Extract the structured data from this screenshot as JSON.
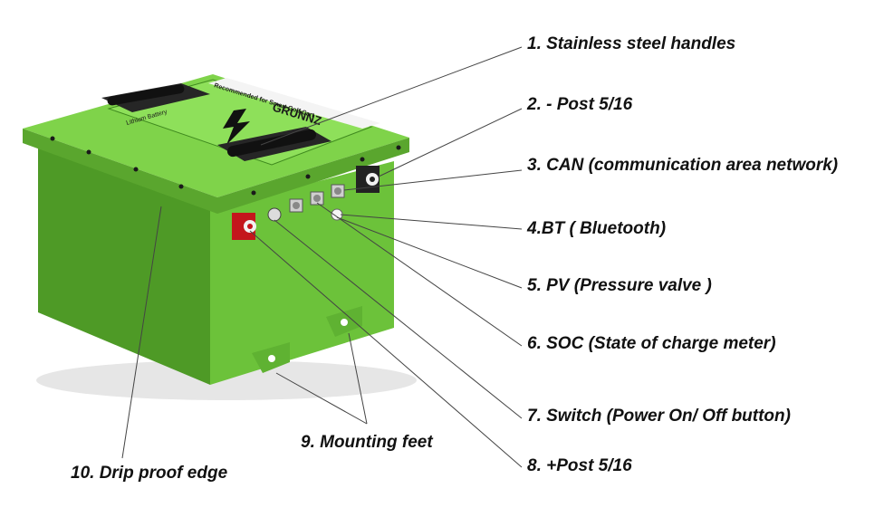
{
  "colors": {
    "body": "#6cc23a",
    "body_dark": "#4e9a26",
    "lid": "#7fd34a",
    "lid_edge": "#5aa62e",
    "handle": "#1f1f1f",
    "post_negative": "#222222",
    "post_positive": "#c4161c",
    "leader_line": "#444444",
    "label_text": "#111111"
  },
  "lid_sticker": {
    "line1": "Recommended for Smart Golf Cart",
    "line2": "GRUNNZ",
    "line3": "Lithium Battery"
  },
  "labels": [
    {
      "id": "handles",
      "text": "1. Stainless steel handles"
    },
    {
      "id": "neg-post",
      "text": "2. - Post  5/16"
    },
    {
      "id": "can",
      "text": "3. CAN (communication area network)"
    },
    {
      "id": "bt",
      "text": "4.BT ( Bluetooth)"
    },
    {
      "id": "pv",
      "text": "5. PV (Pressure valve )"
    },
    {
      "id": "soc",
      "text": "6. SOC (State of charge meter)"
    },
    {
      "id": "switch",
      "text": "7. Switch (Power On/ Off  button)"
    },
    {
      "id": "pos-post",
      "text": "8. +Post 5/16"
    },
    {
      "id": "feet",
      "text": "9. Mounting feet"
    },
    {
      "id": "drip",
      "text": "10. Drip proof edge"
    }
  ]
}
